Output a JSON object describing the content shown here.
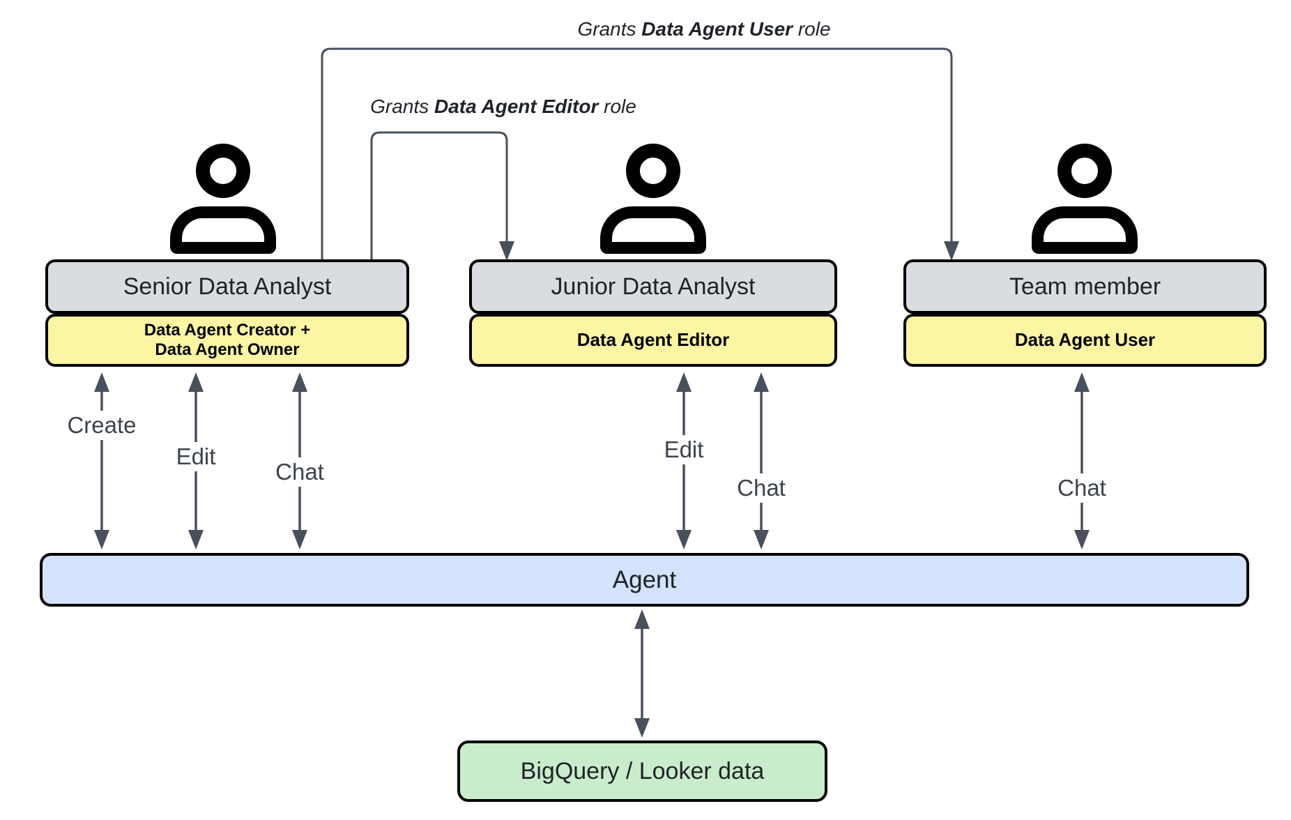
{
  "diagram": {
    "colors": {
      "box_gray": "#d9dce1",
      "role_yellow": "#fbf5a4",
      "agent_blue": "#d4e2fb",
      "data_green": "#c9edcb",
      "line": "#47505c",
      "border": "#000000",
      "text": "#1f2328",
      "label_text": "#3d434d"
    },
    "grants": [
      {
        "prefix": "Grants ",
        "role": "Data Agent User",
        "suffix": " role"
      },
      {
        "prefix": "Grants ",
        "role": "Data Agent Editor",
        "suffix": " role"
      }
    ],
    "actors": [
      {
        "title": "Senior Data Analyst",
        "roles": [
          "Data Agent Creator +",
          "Data Agent Owner"
        ],
        "actions": [
          "Create",
          "Edit",
          "Chat"
        ]
      },
      {
        "title": "Junior Data Analyst",
        "roles": [
          "Data Agent Editor"
        ],
        "actions": [
          "Edit",
          "Chat"
        ]
      },
      {
        "title": "Team member",
        "roles": [
          "Data Agent User"
        ],
        "actions": [
          "Chat"
        ]
      }
    ],
    "agent_label": "Agent",
    "datastore_label": "BigQuery / Looker data"
  }
}
